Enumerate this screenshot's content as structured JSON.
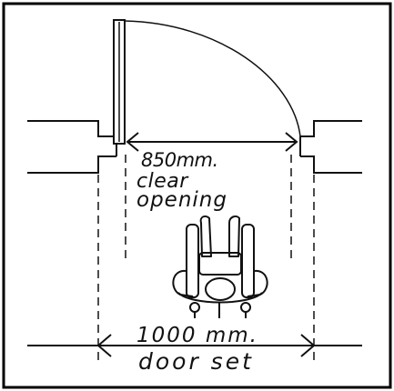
{
  "labels": {
    "clear_dimension": "850mm.",
    "clear_line1": "clear",
    "clear_line2": "opening",
    "doorset_dimension": "1000 mm.",
    "doorset_line": "door set"
  },
  "colors": {
    "ink": "#111111",
    "background": "#ffffff",
    "frame": "#000000"
  }
}
